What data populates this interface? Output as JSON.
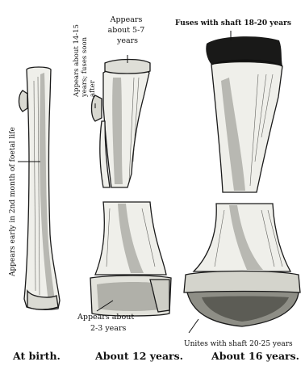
{
  "labels": {
    "birth_diaphysis": "Appears early in 2nd month of foetal life",
    "upper_epiphysis_12": "Appears about 5-7 years",
    "tubercle_epiphysis": "Appears about 14-15 years; fuses soon after",
    "lower_epiphysis": "Appears about 2-3 years",
    "upper_fusion_16": "Fuses with shaft 18-20 years",
    "lower_fusion_16": "Unites with shaft 20-25 years"
  },
  "captions": {
    "at_birth": "At birth.",
    "about_12": "About 12 years.",
    "about_16": "About 16 years."
  }
}
